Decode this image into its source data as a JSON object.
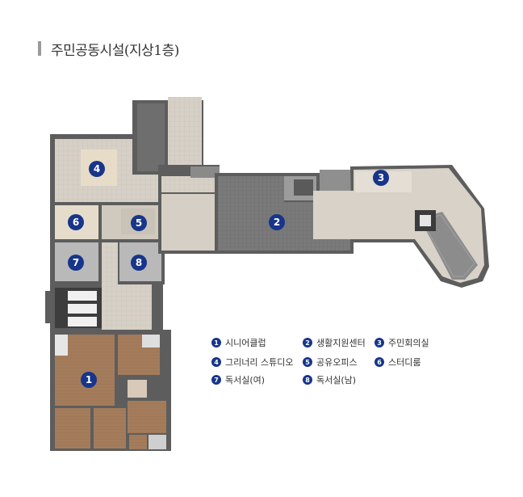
{
  "header": {
    "title": "주민공동시설(지상1층)"
  },
  "colors": {
    "marker": "#17358a",
    "wood_floor": "#a47c5c",
    "light_floor": "#d8d2c8",
    "dark_gray": "#6c6c6c",
    "mid_gray": "#8d8d8d",
    "beige_room": "#e5dccb"
  },
  "rooms": [
    {
      "num": "1",
      "name": "시니어클럽"
    },
    {
      "num": "2",
      "name": "생활지원센터"
    },
    {
      "num": "3",
      "name": "주민회의실"
    },
    {
      "num": "4",
      "name": "그리너리 스튜디오"
    },
    {
      "num": "5",
      "name": "공유오피스"
    },
    {
      "num": "6",
      "name": "스터디룸"
    },
    {
      "num": "7",
      "name": "독서실(여)"
    },
    {
      "num": "8",
      "name": "독서실(남)"
    }
  ]
}
